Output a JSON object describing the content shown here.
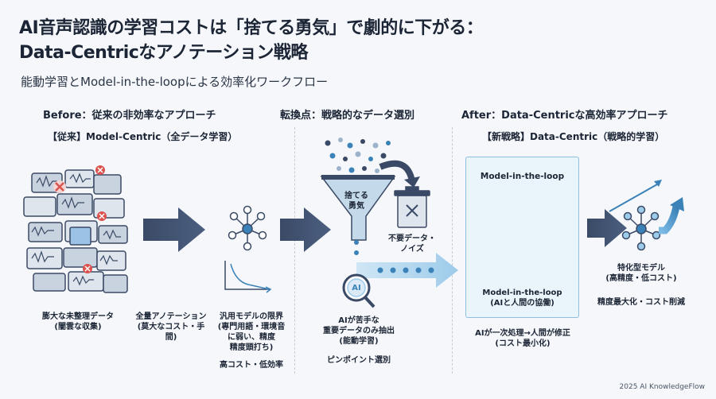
{
  "title_line1": "AI音声認識の学習コストは「捨てる勇気」で劇的に下がる：",
  "title_line2": "Data-Centricなアノテーション戦略",
  "subtitle": "能動学習とModel-in-the-loopによる効率化ワークフロー",
  "sections": {
    "before": {
      "heading": "Before：従来の非効率なアプローチ",
      "subheading": "【従来】Model-Centric（全データ学習）",
      "label_data": "膨大な未整理データ\n(闇雲な収集)",
      "label_annotation": "全量アノテーション\n(莫大なコスト・手\n間)",
      "label_model": "汎用モデルの限界\n(専門用語・環境音\nに弱い、精度\n精度頭打ち)",
      "label_result": "高コスト・低効率"
    },
    "turning": {
      "heading": "転換点：戦略的なデータ選別",
      "funnel_text": "捨てる\n勇気",
      "trash_label": "不要データ・\nノイズ",
      "ai_badge": "AI",
      "label_extract": "AIが苦手な\n重要データのみ抽出\n(能動学習)",
      "label_pinpoint": "ピンポイント選別"
    },
    "after": {
      "heading": "After：Data-Centricな高効率アプローチ",
      "subheading": "【新戦略】Data-Centric（戦略的学習）",
      "panel_title": "Model-in-the-loop",
      "panel_caption": "Model-in-the-loop\n(AIと人間の協働)",
      "label_process": "AIが一次処理→人間が修正\n(コスト最小化)",
      "label_model": "特化型モデル\n(高精度・低コスト)",
      "label_result": "精度最大化・コスト削減"
    }
  },
  "footer": "2025 AI KnowledgeFlow",
  "colors": {
    "navy": "#3a4a66",
    "blue": "#3b82b8",
    "light_blue": "#a9d3ee",
    "red": "#d9534f"
  }
}
